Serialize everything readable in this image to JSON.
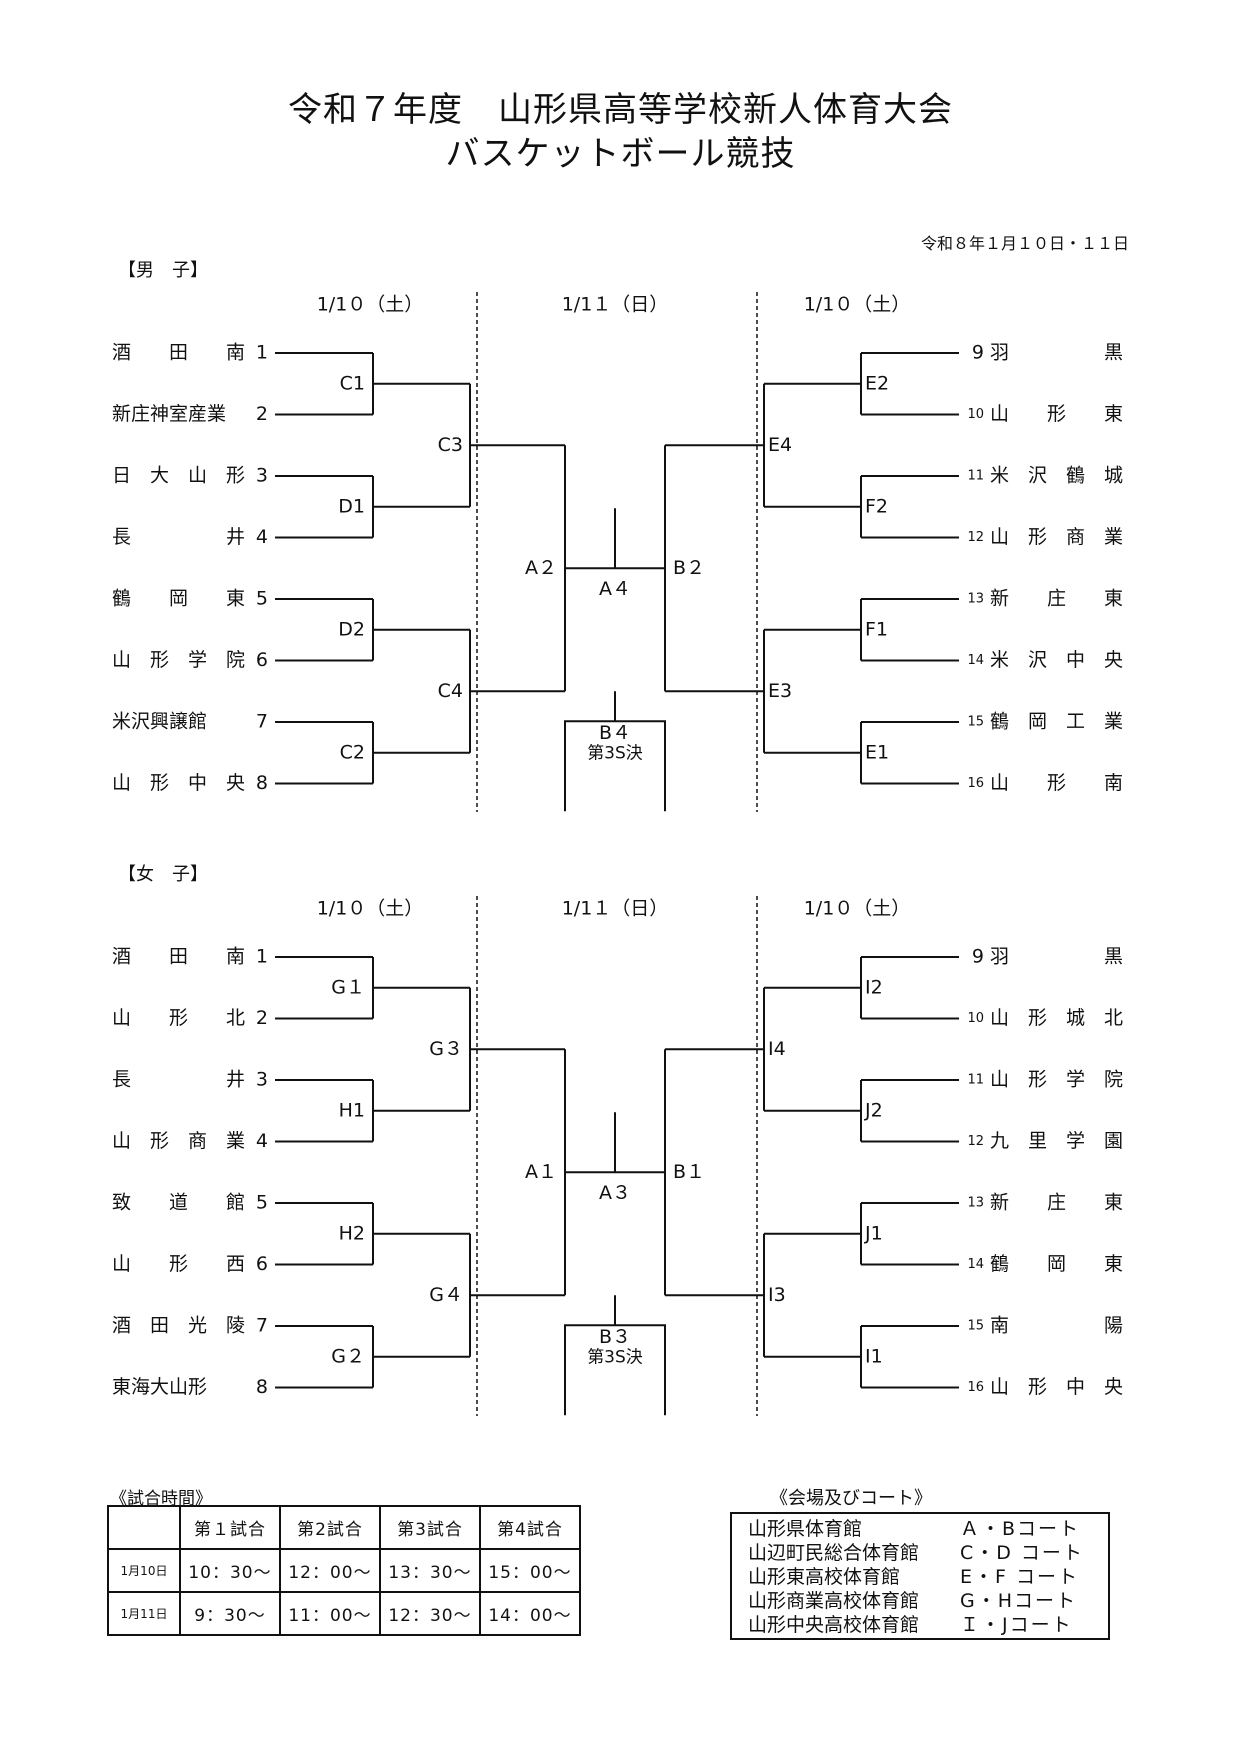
{
  "header": {
    "title_line1": "令和７年度　山形県高等学校新人体育大会",
    "title_line2": "バスケットボール競技",
    "date": "令和８年１月１０日・１１日"
  },
  "brackets": [
    {
      "id": "boys",
      "label": "【男　子】",
      "day_left": "1/1０（土）",
      "day_center": "1/1１（日）",
      "day_right": "1/1０（土）",
      "left_teams": [
        {
          "name": "酒　　田　　南",
          "seed": "1"
        },
        {
          "name": "新庄神室産業",
          "seed": "2"
        },
        {
          "name": "日　大　山　形",
          "seed": "3"
        },
        {
          "name": "長　　　　　井",
          "seed": "4"
        },
        {
          "name": "鶴　　岡　　東",
          "seed": "5"
        },
        {
          "name": "山　形　学　院",
          "seed": "6"
        },
        {
          "name": "米沢興譲館",
          "seed": "7"
        },
        {
          "name": "山　形　中　央",
          "seed": "8"
        }
      ],
      "right_teams": [
        {
          "name": "羽　　　　　黒",
          "seed": "9"
        },
        {
          "name": "山　　形　　東",
          "seed": "10"
        },
        {
          "name": "米　沢　鶴　城",
          "seed": "11"
        },
        {
          "name": "山　形　商　業",
          "seed": "12"
        },
        {
          "name": "新　　庄　　東",
          "seed": "13"
        },
        {
          "name": "米　沢　中　央",
          "seed": "14"
        },
        {
          "name": "鶴　岡　工　業",
          "seed": "15"
        },
        {
          "name": "山　　形　　南",
          "seed": "16"
        }
      ],
      "left_r1": [
        "C1",
        "D1",
        "D2",
        "C2"
      ],
      "left_r2": [
        "C3",
        "C4"
      ],
      "left_semi": "A２",
      "right_r1": [
        "E2",
        "F2",
        "F1",
        "E1"
      ],
      "right_r2": [
        "E4",
        "E3"
      ],
      "right_semi": "B２",
      "final": "A４",
      "third_place_code": "B４",
      "third_place_label": "第3S決"
    },
    {
      "id": "girls",
      "label": "【女　子】",
      "day_left": "1/1０（土）",
      "day_center": "1/1１（日）",
      "day_right": "1/1０（土）",
      "left_teams": [
        {
          "name": "酒　　田　　南",
          "seed": "1"
        },
        {
          "name": "山　　形　　北",
          "seed": "2"
        },
        {
          "name": "長　　　　　井",
          "seed": "3"
        },
        {
          "name": "山　形　商　業",
          "seed": "4"
        },
        {
          "name": "致　　道　　館",
          "seed": "5"
        },
        {
          "name": "山　　形　　西",
          "seed": "6"
        },
        {
          "name": "酒　田　光　陵",
          "seed": "7"
        },
        {
          "name": "東海大山形",
          "seed": "8"
        }
      ],
      "right_teams": [
        {
          "name": "羽　　　　　黒",
          "seed": "9"
        },
        {
          "name": "山　形　城　北",
          "seed": "10"
        },
        {
          "name": "山　形　学　院",
          "seed": "11"
        },
        {
          "name": "九　里　学　園",
          "seed": "12"
        },
        {
          "name": "新　　庄　　東",
          "seed": "13"
        },
        {
          "name": "鶴　　岡　　東",
          "seed": "14"
        },
        {
          "name": "南　　　　　陽",
          "seed": "15"
        },
        {
          "name": "山　形　中　央",
          "seed": "16"
        }
      ],
      "left_r1": [
        "G１",
        "H1",
        "H2",
        "G２"
      ],
      "left_r2": [
        "G３",
        "G４"
      ],
      "left_semi": "A１",
      "right_r1": [
        "I2",
        "J2",
        "J1",
        "I1"
      ],
      "right_r2": [
        "I4",
        "I3"
      ],
      "right_semi": "B１",
      "final": "A３",
      "third_place_code": "B３",
      "third_place_label": "第3S決"
    }
  ],
  "schedule": {
    "title": "《試合時間》",
    "headers": [
      "",
      "第１試合",
      "第2試合",
      "第3試合",
      "第4試合"
    ],
    "rows": [
      {
        "day": "1月10日",
        "times": [
          "10：30～",
          "12：00～",
          "13：30～",
          "15：00～"
        ]
      },
      {
        "day": "1月11日",
        "times": [
          "9：30～",
          "11：00～",
          "12：30～",
          "14：00～"
        ]
      }
    ]
  },
  "venues": {
    "title": "《会場及びコート》",
    "rows": [
      {
        "name": "山形県体育館",
        "courts": "Ａ・Bコート"
      },
      {
        "name": "山辺町民総合体育館",
        "courts": "C・D コート"
      },
      {
        "name": "山形東高校体育館",
        "courts": "E・F コート"
      },
      {
        "name": "山形商業高校体育館",
        "courts": "G・Hコート"
      },
      {
        "name": "山形中央高校体育館",
        "courts": "Ｉ・Jコート"
      }
    ]
  }
}
